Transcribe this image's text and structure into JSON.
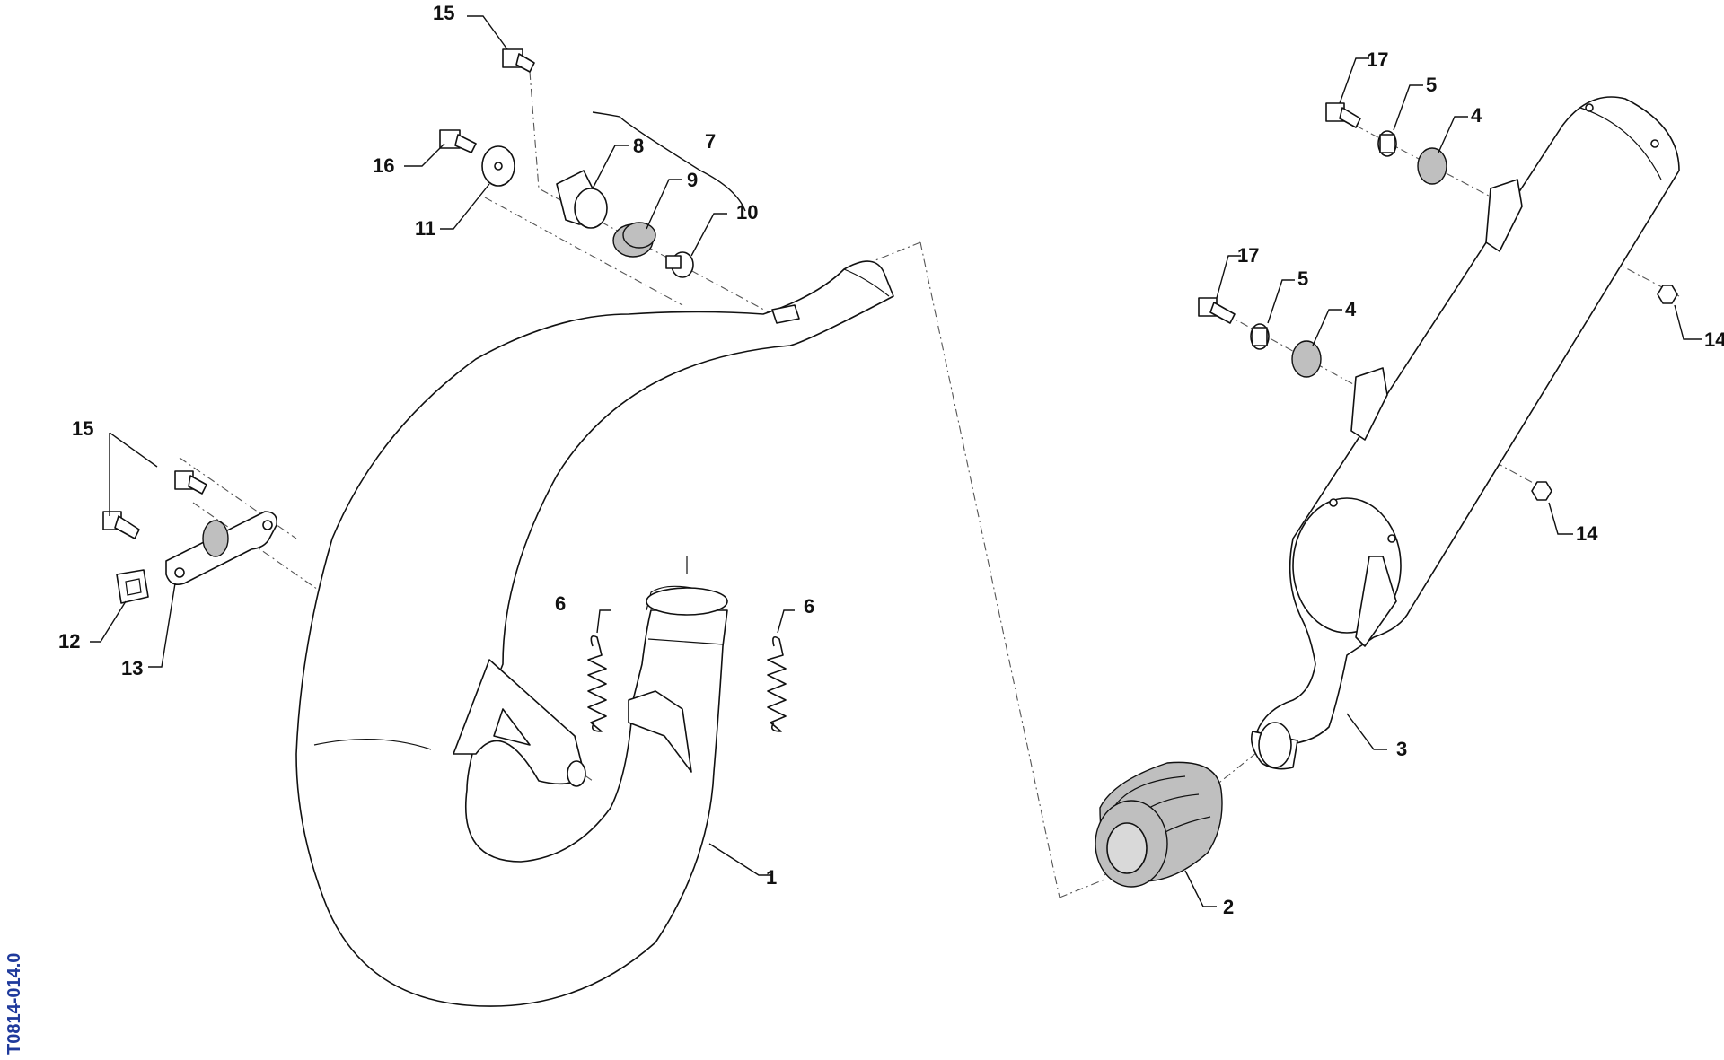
{
  "document_id": "T0814-014.0",
  "callouts": [
    {
      "id": "1",
      "label": "1"
    },
    {
      "id": "2",
      "label": "2"
    },
    {
      "id": "3",
      "label": "3"
    },
    {
      "id": "4a",
      "label": "4"
    },
    {
      "id": "4b",
      "label": "4"
    },
    {
      "id": "5a",
      "label": "5"
    },
    {
      "id": "5b",
      "label": "5"
    },
    {
      "id": "6a",
      "label": "6"
    },
    {
      "id": "6b",
      "label": "6"
    },
    {
      "id": "7",
      "label": "7"
    },
    {
      "id": "8",
      "label": "8"
    },
    {
      "id": "9",
      "label": "9"
    },
    {
      "id": "10",
      "label": "10"
    },
    {
      "id": "11",
      "label": "11"
    },
    {
      "id": "12",
      "label": "12"
    },
    {
      "id": "13",
      "label": "13"
    },
    {
      "id": "14a",
      "label": "14"
    },
    {
      "id": "14b",
      "label": "14"
    },
    {
      "id": "15a",
      "label": "15"
    },
    {
      "id": "15b",
      "label": "15"
    },
    {
      "id": "16",
      "label": "16"
    },
    {
      "id": "17a",
      "label": "17"
    },
    {
      "id": "17b",
      "label": "17"
    }
  ]
}
